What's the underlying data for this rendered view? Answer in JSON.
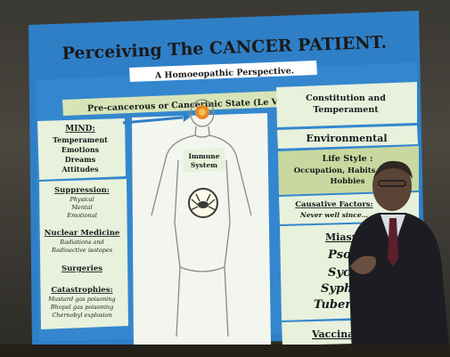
{
  "slide": {
    "title": "Perceiving The CANCER PATIENT.",
    "subtitle": "A Homoeopathic Perspective.",
    "banner": "Pre-cancerous or Cancerinic State (Le Vannier) HEREDITARY",
    "mind": {
      "heading": "MIND:",
      "items": [
        "Temperament",
        "Emotions",
        "Dreams",
        "Attitudes"
      ]
    },
    "suppression": {
      "heading": "Suppression:",
      "items": [
        "Physical",
        "Mental",
        "Emotional"
      ]
    },
    "nuclear": {
      "heading": "Nuclear Medicine",
      "items": [
        "Radiations and",
        "Radioactive isotopes"
      ]
    },
    "surgeries": "Surgeries",
    "catastrophies": {
      "heading": "Catastrophies:",
      "items": [
        "Mustard gas poisoning",
        "Bhopal gas poisoning",
        "Chernobyl explosion"
      ]
    },
    "immune": [
      "Immune",
      "System"
    ],
    "constitution": [
      "Constitution and",
      "Temperament"
    ],
    "environmental": "Environmental",
    "lifestyle": {
      "heading": "Life Style :",
      "items": [
        "Occupation, Habits, Diet,",
        "Hobbies"
      ]
    },
    "causative": {
      "heading": "Causative Factors:",
      "items": [
        "Never well since…"
      ]
    },
    "miasms": {
      "heading": "Miasms",
      "items": [
        "Psori",
        "Syco",
        "Syph",
        "Tubercul"
      ]
    },
    "vaccination": "Vaccinat"
  },
  "colors": {
    "slide_blue": "#2f7fc7",
    "panel_cream": "#e8f1dc",
    "panel_green": "#c9d8a0",
    "title_text": "#ffffff",
    "banner": "#d8e4b8"
  }
}
